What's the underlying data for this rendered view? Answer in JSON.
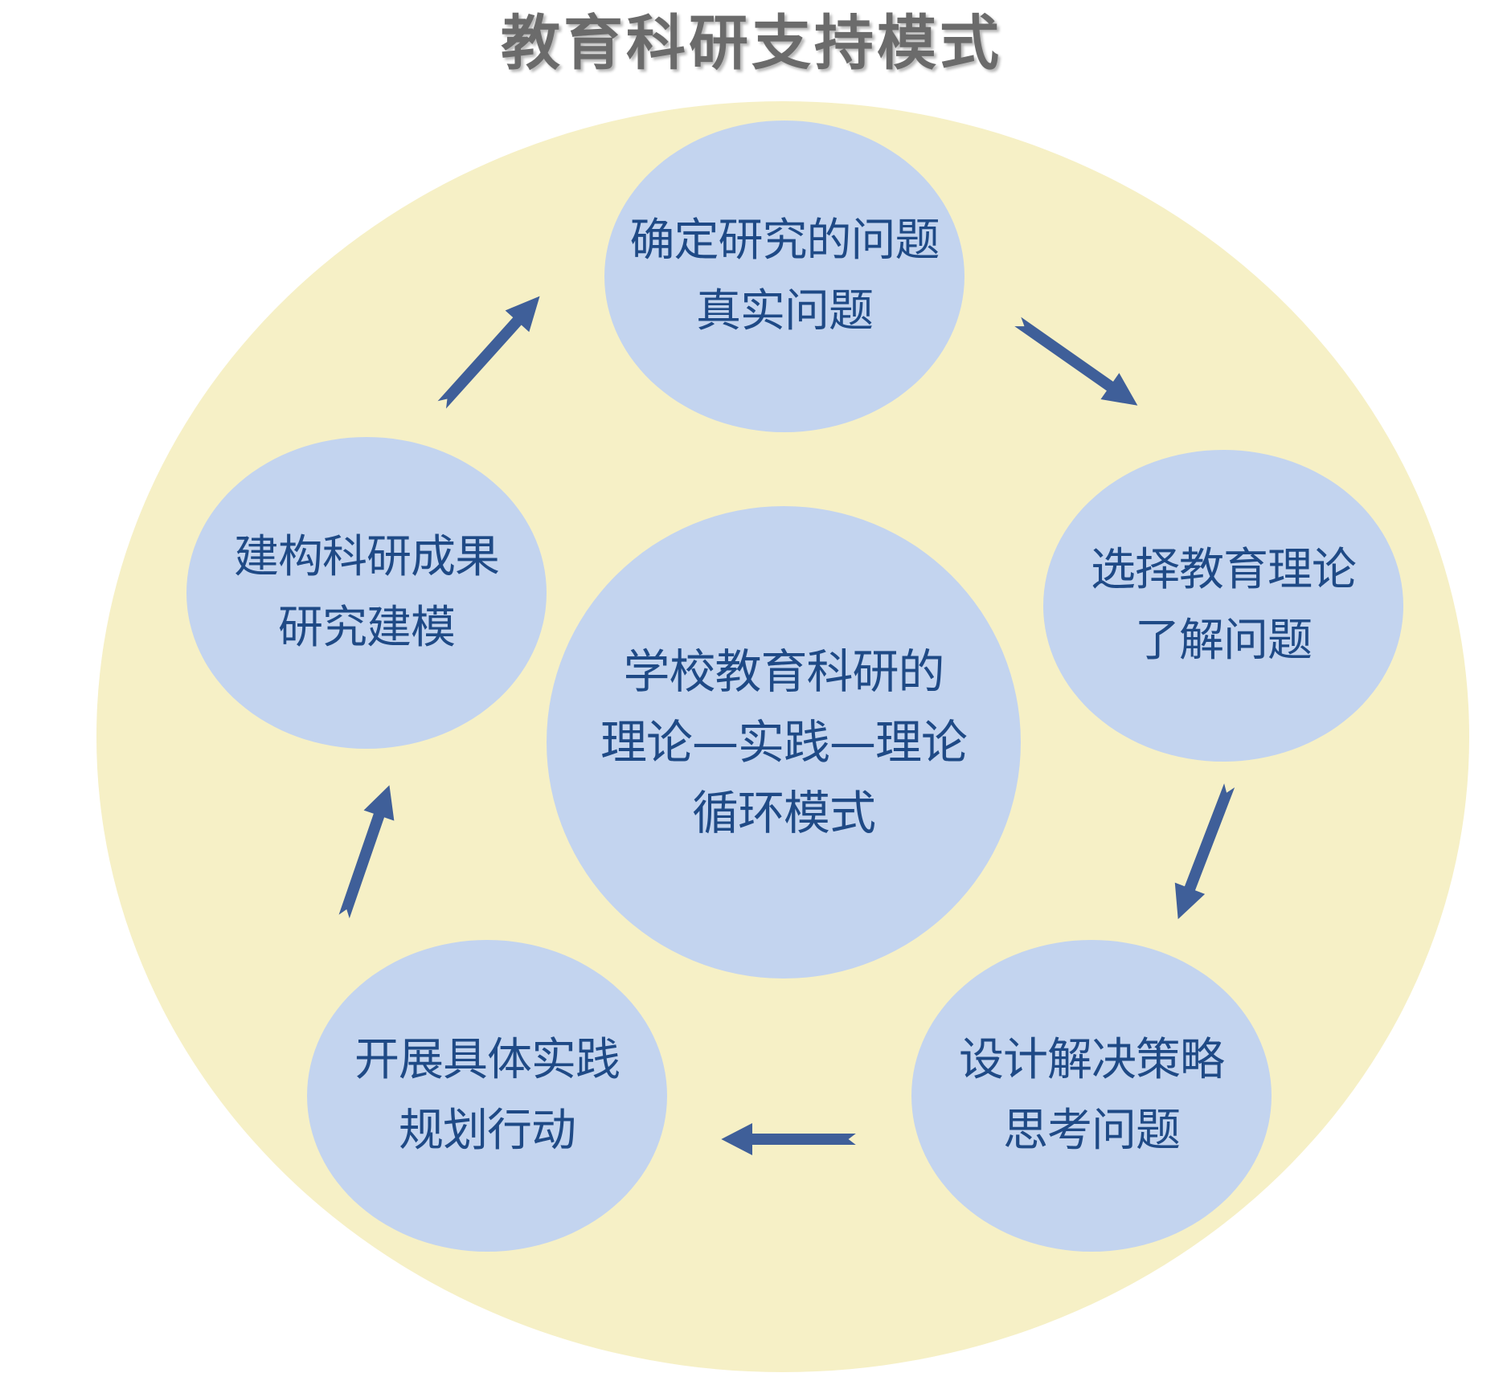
{
  "title": "教育科研支持模式",
  "colors": {
    "backdrop": "#f6f0c6",
    "node_fill": "#c3d4ef",
    "node_text": "#1f4a86",
    "arrow": "#3f5f99",
    "title": "#6b6b6b"
  },
  "center": {
    "lines": [
      "学校教育科研的",
      "理论—实践—理论",
      "循环模式"
    ]
  },
  "steps": [
    {
      "id": "identify-problem",
      "lines": [
        "确定研究的问题",
        "真实问题"
      ]
    },
    {
      "id": "select-theory",
      "lines": [
        "选择教育理论",
        "了解问题"
      ]
    },
    {
      "id": "design-strategy",
      "lines": [
        "设计解决策略",
        "思考问题"
      ]
    },
    {
      "id": "carry-out-practice",
      "lines": [
        "开展具体实践",
        "规划行动"
      ]
    },
    {
      "id": "construct-results",
      "lines": [
        "建构科研成果",
        "研究建模"
      ]
    }
  ],
  "arrow_icon": "right-arrow-icon"
}
